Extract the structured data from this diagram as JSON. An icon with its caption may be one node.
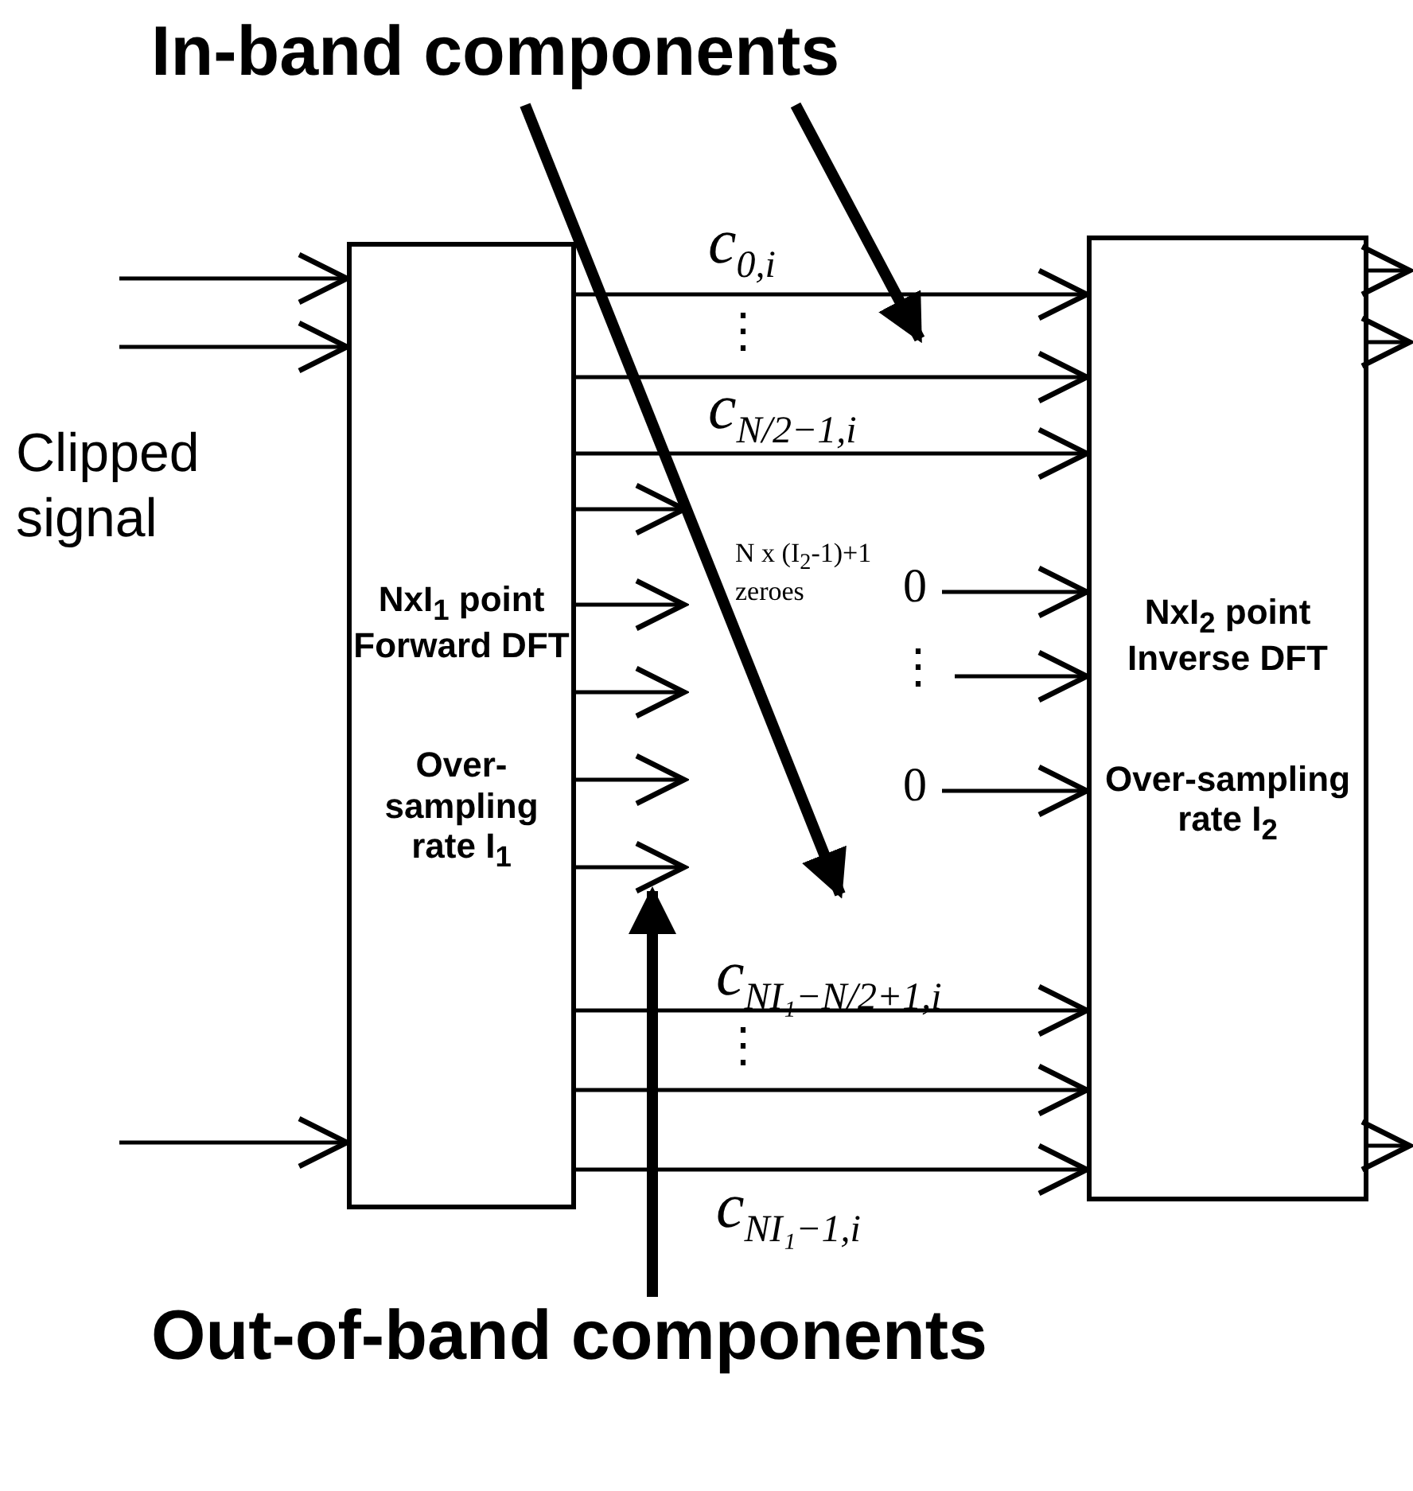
{
  "diagram": {
    "nodes": [
      {
        "text": [
          "In-band components"
        ]
      },
      {
        "text": [
          "Out-of-band components"
        ]
      },
      {
        "text": [
          "NxI$_{1}$ point Forward DFT",
          "Over-sampling rate I$_{1}$"
        ]
      },
      {
        "text": [
          "NxI$_{2}$ point Inverse DFT",
          "Over-sampling rate I$_{2}$"
        ]
      },
      {
        "text": [
          "0"
        ]
      },
      {
        "text": [
          "0"
        ]
      }
    ],
    "edges": [
      {
        "from": null,
        "to": 2,
        "arrow": "to"
      },
      {
        "from": null,
        "to": 2,
        "arrow": "to"
      },
      {
        "from": null,
        "to": 2,
        "arrow": "to"
      },
      {
        "from": 2,
        "to": 3,
        "arrow": "to"
      },
      {
        "from": 2,
        "to": 3,
        "arrow": "to"
      },
      {
        "from": 2,
        "to": 3,
        "arrow": "to"
      },
      {
        "from": 2,
        "to": null,
        "arrow": "to"
      },
      {
        "from": 2,
        "to": null,
        "arrow": "to"
      },
      {
        "from": 2,
        "to": null,
        "arrow": "to"
      },
      {
        "from": 2,
        "to": null,
        "arrow": "to"
      },
      {
        "from": 2,
        "to": null,
        "arrow": "to"
      },
      {
        "from": 4,
        "to": 3,
        "arrow": "to"
      },
      {
        "from": null,
        "to": 3,
        "arrow": "to"
      },
      {
        "from": 5,
        "to": 3,
        "arrow": "to"
      },
      {
        "from": 2,
        "to": 3,
        "arrow": "to"
      },
      {
        "from": 2,
        "to": 3,
        "arrow": "to"
      },
      {
        "from": 2,
        "to": 3,
        "arrow": "to"
      },
      {
        "from": 3,
        "to": null,
        "arrow": "to"
      },
      {
        "from": 3,
        "to": null,
        "arrow": "to"
      },
      {
        "from": 3,
        "to": null,
        "arrow": "to"
      },
      {
        "from": 0,
        "to": null,
        "arrow": "to",
        "style": "thick"
      },
      {
        "from": 0,
        "to": null,
        "arrow": "to",
        "style": "thick"
      },
      {
        "from": 1,
        "to": null,
        "arrow": "to",
        "style": "thick"
      }
    ],
    "labels": [
      "Clipped signal",
      "c$_{0,i}$",
      "⋮",
      "c$_{N/2−1,i}$",
      "N x (I$_{2}$-1)+1 zeroes",
      "⋮",
      "c$_{NI₁−N/2+1,i}$",
      "⋮",
      "c$_{NI₁−1,i}$"
    ]
  }
}
